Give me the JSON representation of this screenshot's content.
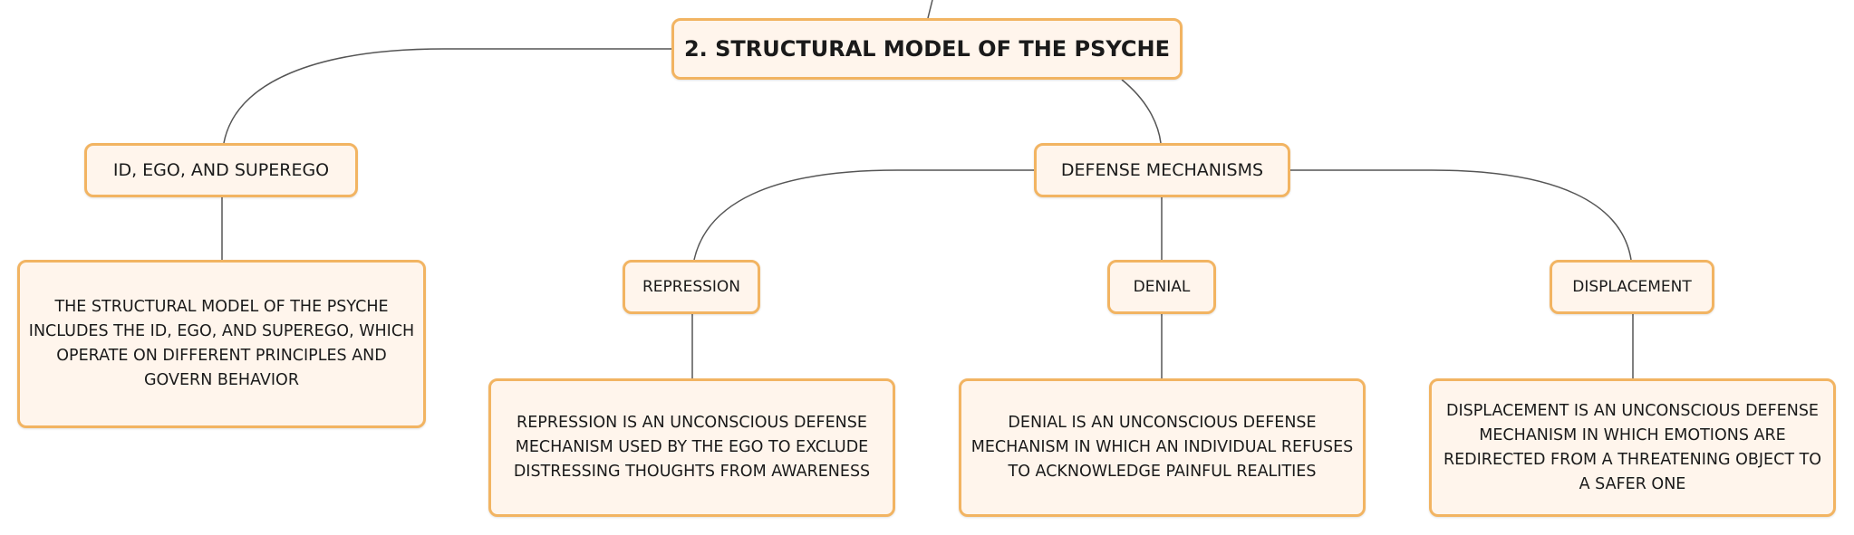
{
  "diagram": {
    "title": "2. STRUCTURAL MODEL OF THE PSYCHE",
    "branches": [
      {
        "label": "ID, EGO, AND SUPEREGO",
        "description": "THE STRUCTURAL MODEL OF THE PSYCHE INCLUDES THE ID, EGO, AND SUPEREGO, WHICH OPERATE ON DIFFERENT PRINCIPLES AND GOVERN BEHAVIOR"
      },
      {
        "label": "DEFENSE MECHANISMS",
        "children": [
          {
            "label": "REPRESSION",
            "description": "REPRESSION IS AN UNCONSCIOUS DEFENSE MECHANISM USED BY THE EGO TO EXCLUDE DISTRESSING THOUGHTS FROM AWARENESS"
          },
          {
            "label": "DENIAL",
            "description": "DENIAL IS AN UNCONSCIOUS DEFENSE MECHANISM IN WHICH AN INDIVIDUAL REFUSES TO ACKNOWLEDGE PAINFUL REALITIES"
          },
          {
            "label": "DISPLACEMENT",
            "description": "DISPLACEMENT IS AN UNCONSCIOUS DEFENSE MECHANISM IN WHICH EMOTIONS ARE REDIRECTED FROM A THREATENING OBJECT TO A SAFER ONE"
          }
        ]
      }
    ],
    "colors": {
      "node_fill": "#fff5ec",
      "node_border": "#f2b462",
      "connector": "#555555"
    }
  }
}
